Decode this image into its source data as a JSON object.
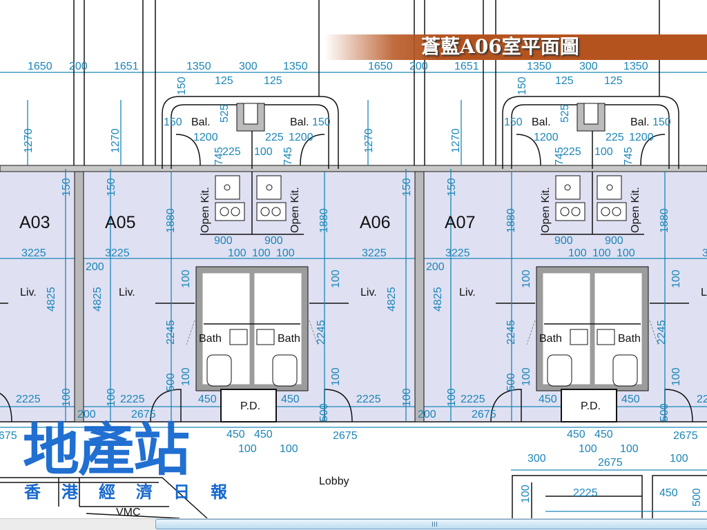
{
  "title": "蒼藍A06室平面圖",
  "units": {
    "a03": "A03",
    "a05": "A05",
    "a06": "A06",
    "a07": "A07"
  },
  "rooms": {
    "bal": "Bal.",
    "kit": "Open Kit.",
    "liv": "Liv.",
    "bath": "Bath",
    "pd": "P.D.",
    "lobby": "Lobby",
    "vmc": "VMC"
  },
  "dims": {
    "d1650": "1650",
    "d200": "200",
    "d1651": "1651",
    "d1350": "1350",
    "d300": "300",
    "d125": "125",
    "d150": "150",
    "d1200": "1200",
    "d525": "525",
    "d225": "225",
    "d100": "100",
    "d745": "745",
    "d1270": "1270",
    "d1880": "1880",
    "d3225": "3225",
    "d900": "900",
    "d4825": "4825",
    "d2245": "2245",
    "d500": "500",
    "d2225": "2225",
    "d450": "450",
    "d2675": "2675"
  },
  "logo": {
    "main": "地產站",
    "sub": "香港經濟日報"
  },
  "colors": {
    "dimension": "#1a86b8",
    "unit_fill": "#dfe0f2",
    "banner": "#b5531e",
    "logo": "#1668cf"
  }
}
